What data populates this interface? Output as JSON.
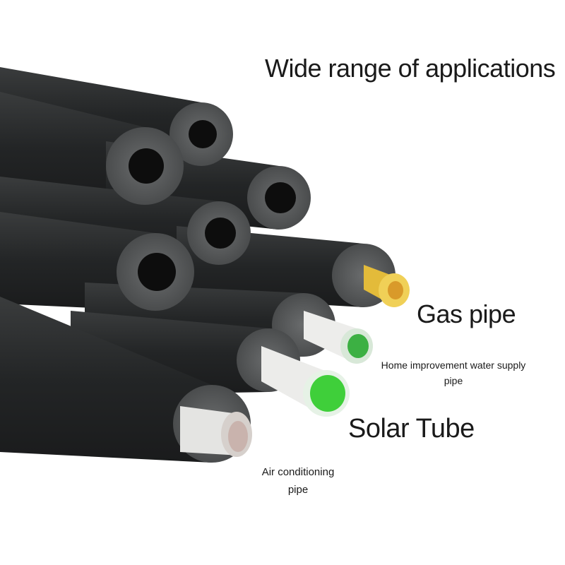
{
  "heading": "Wide range of applications",
  "labels": {
    "gas_pipe": "Gas pipe",
    "home_water": "Home improvement water supply pipe",
    "solar_tube": "Solar Tube",
    "air_conditioning": "Air conditioning pipe"
  },
  "colors": {
    "foam": "#2b2d2e",
    "gas_pipe": "#e8c23a",
    "solar_green": "#3fcf3a",
    "white_pipe": "#ececea"
  }
}
